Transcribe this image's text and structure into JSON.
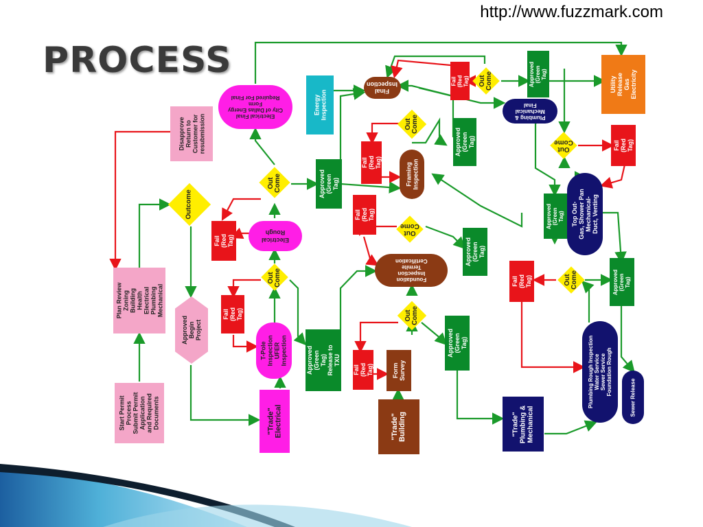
{
  "header": {
    "url": "http://www.fuzzmark.com",
    "title": "PROCESS"
  },
  "nodes": {
    "start_permit": "Start Permit\nProcess\nSubmit Permit\nApplication\nand Required\nDocuments",
    "plan_review": "Plan Review\nZoning\nBuilding\nHealth\nElectrical\nPlumbing\nMechanical",
    "outcome_main": "Outcome",
    "disapprove": "Disapprove\nReturn to\nCustomer for\nresubmission",
    "approved_begin": "Approved\nBegin\nProject",
    "trade_electrical": "\"Trade\"\nElectrical",
    "tpole": "T-Pole\nInspection\nUFER\nInspection",
    "fail_tpole": "Fail\n(Red Tag)",
    "outcome_tpole": "Out\nCome",
    "electrical_rough": "Electrical\nRough",
    "fail_erough": "Fail\n(Red Tag)",
    "outcome_erough": "Out\nCome",
    "approved_erough": "Approved\n(Green Tag)",
    "electrical_final": "Electrical Final\nCity of Dallas Energy\nForm\nRequired For Final",
    "energy_inspection": "Energy\nInspection",
    "approved_txu": "Approved\n(Green Tag)\nRelease to TXU",
    "trade_building": "\"Trade\"\nBuilding",
    "form_survey": "Form\nSurvey",
    "fail_form": "Fail\n(Red Tag)",
    "outcome_form": "Out\nCome",
    "approved_form": "Approved\n(Green Tag)",
    "foundation": "Foundation\nInspection\nTermite\nCertification",
    "outcome_found": "Out\nCome",
    "fail_found": "Fail\n(Red Tag)",
    "approved_found": "Approved\n(Green Tag)",
    "framing": "Framing\nInspection",
    "outcome_framing": "Out\nCome",
    "fail_framing": "Fail\n(Red Tag)",
    "approved_framing": "Approved\n(Green Tag)",
    "final_inspection": "Final\nInspection",
    "fail_final": "Fail\n(Red Tag)",
    "outcome_final": "Out\nCome",
    "approved_final": "Approved\n(Green Tag)",
    "utility_release": "Utility Release\nGas\nElectricity",
    "plumbing_final": "Plumbing &\nMechanical\nFinal",
    "outcome_pfinal": "Out\nCome",
    "fail_pfinal": "Fail\n(Red Tag)",
    "top_out": "Top Out-\nGas, Shower Pan\nMechanical-\nDuct, Venting",
    "approved_topout": "Approved\n(Green Tag)",
    "outcome_prough": "Out\nCome",
    "fail_prough": "Fail\n(Red Tag)",
    "approved_prough": "Approved\n(Green Tag)",
    "plumbing_rough": "Plumbing Rough Inspection\nWater Service\nSewer Service\nFoundation Rough",
    "sewer_release": "Sewer Release",
    "trade_plumbing": "\"Trade\"\nPlumbing &\nMechanical"
  }
}
